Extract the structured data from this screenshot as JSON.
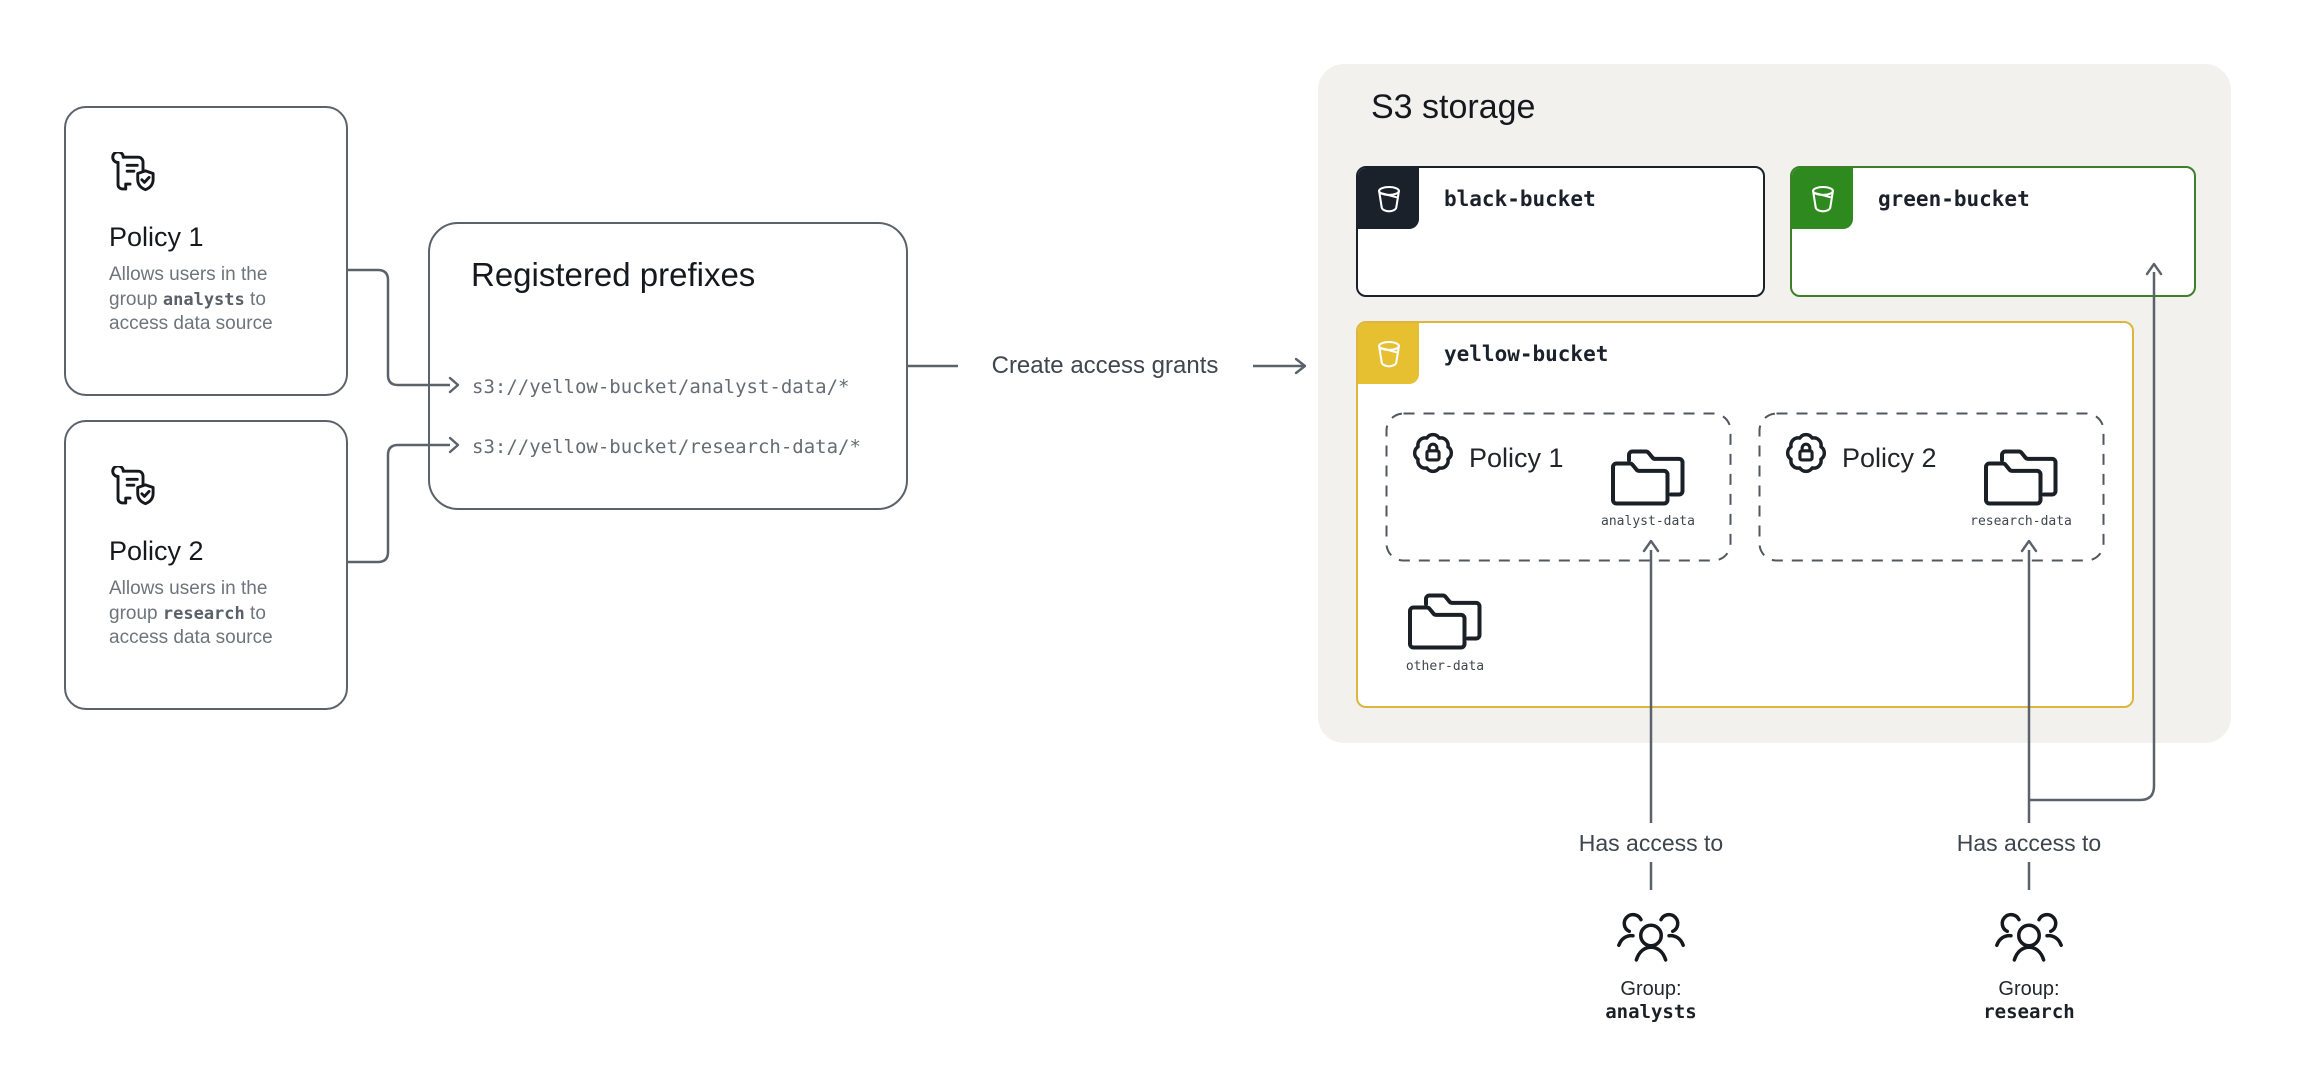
{
  "colors": {
    "panel_bg": "#f2f1ee",
    "black_bucket": "#1b212b",
    "green_bucket": "#2e8a1e",
    "yellow_bucket": "#e7c032",
    "green_border": "#3c8129",
    "yellow_border": "#dcb63e",
    "connector_line": "#5b626b"
  },
  "policies": [
    {
      "title": "Policy 1",
      "desc_pre": "Allows users in the group ",
      "group_name": "analysts",
      "desc_post": " to access data source"
    },
    {
      "title": "Policy 2",
      "desc_pre": "Allows users in the group ",
      "group_name": "research",
      "desc_post": " to access data source"
    }
  ],
  "registered_prefixes": {
    "title": "Registered prefixes",
    "items": [
      "s3://yellow-bucket/analyst-data/*",
      "s3://yellow-bucket/research-data/*"
    ]
  },
  "flow": {
    "create_grants_label": "Create access grants"
  },
  "s3": {
    "title": "S3 storage",
    "black_bucket": {
      "name": "black-bucket"
    },
    "green_bucket": {
      "name": "green-bucket"
    },
    "yellow_bucket": {
      "name": "yellow-bucket",
      "grants": [
        {
          "policy": "Policy 1",
          "folder": "analyst-data"
        },
        {
          "policy": "Policy 2",
          "folder": "research-data"
        }
      ],
      "other_folder": "other-data"
    }
  },
  "access": [
    {
      "label": "Has access to",
      "group_prefix": "Group:",
      "group_name": "analysts"
    },
    {
      "label": "Has access to",
      "group_prefix": "Group:",
      "group_name": "research"
    }
  ]
}
